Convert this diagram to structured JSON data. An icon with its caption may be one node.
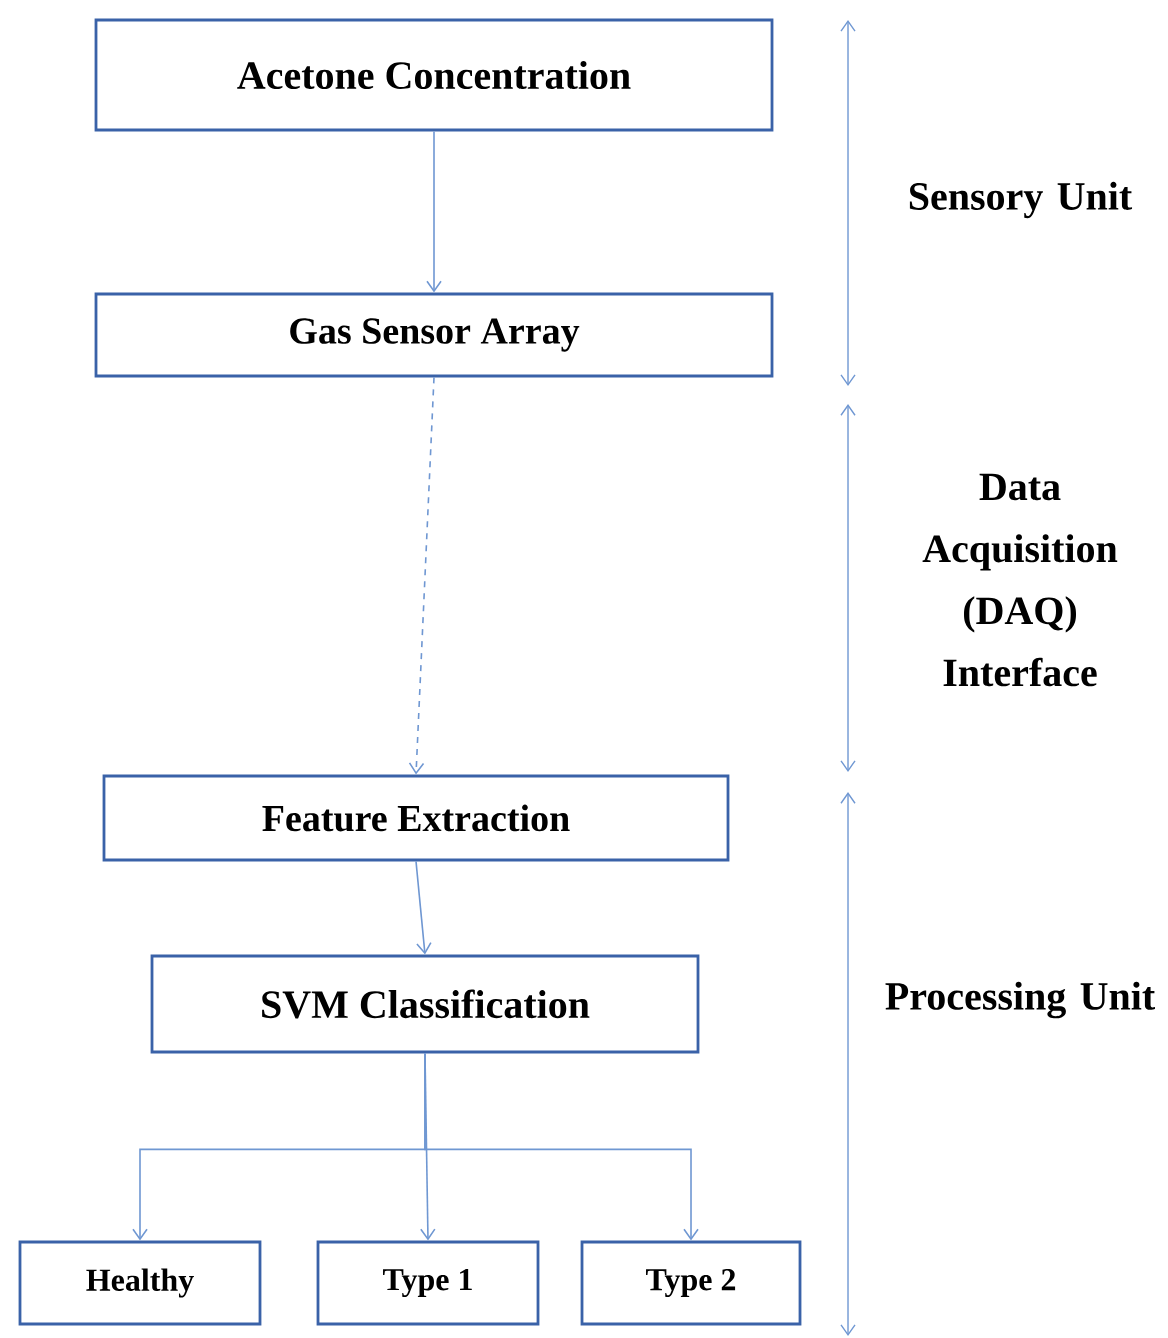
{
  "diagram": {
    "nodes": [
      {
        "text": [
          "Acetone Concentration"
        ]
      },
      {
        "text": [
          "Gas Sensor Array"
        ]
      },
      {
        "text": [
          "Feature Extraction"
        ]
      },
      {
        "text": [
          "SVM Classification"
        ]
      },
      {
        "text": [
          "Healthy"
        ]
      },
      {
        "text": [
          "Type 1"
        ]
      },
      {
        "text": [
          "Type 2"
        ]
      }
    ],
    "edges": [
      {
        "from": 0,
        "to": 1,
        "arrow": "to"
      },
      {
        "from": 1,
        "to": 2,
        "arrow": "to",
        "style": "dashed"
      },
      {
        "from": 2,
        "to": 3,
        "arrow": "to"
      },
      {
        "from": 3,
        "to": 4,
        "arrow": "to"
      },
      {
        "from": 3,
        "to": 5,
        "arrow": "to"
      },
      {
        "from": 3,
        "to": 6,
        "arrow": "to"
      }
    ],
    "labels": [
      "Sensory Unit",
      "Data Acquisition (DAQ) Interface",
      "Processing Unit"
    ]
  }
}
